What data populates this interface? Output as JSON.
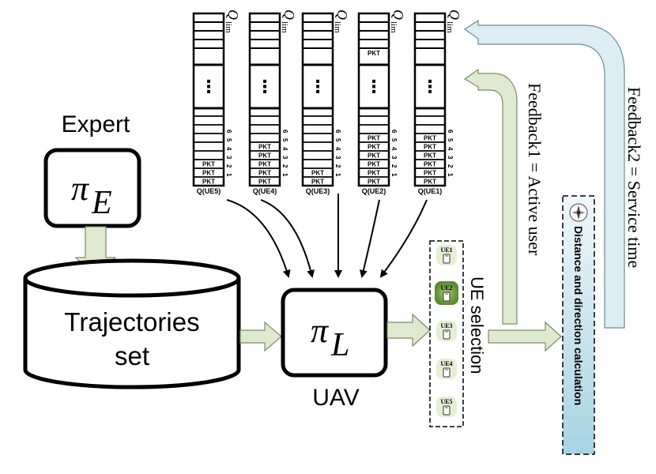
{
  "expert": {
    "label": "Expert",
    "policy_symbol": "π",
    "policy_subscript": "E"
  },
  "trajectories": {
    "line1": "Trajectories",
    "line2": "set"
  },
  "uav": {
    "label": "UAV",
    "policy_symbol": "π",
    "policy_subscript": "L"
  },
  "queue_top_label": {
    "symbol": "Q",
    "subscript": "lim"
  },
  "queues": [
    {
      "name": "Q(UE5)",
      "packets": 3
    },
    {
      "name": "Q(UE4)",
      "packets": 5
    },
    {
      "name": "Q(UE3)",
      "packets": 2
    },
    {
      "name": "Q(UE2)",
      "packets": 6,
      "extra_top_packet": true
    },
    {
      "name": "Q(UE1)",
      "packets": 6
    }
  ],
  "packet_label": "PKT",
  "slot_numbers": [
    "6",
    "5",
    "4",
    "3",
    "2",
    "1"
  ],
  "ellipsis": "⋮",
  "ue_list": {
    "items": [
      {
        "label": "UE1",
        "active": false
      },
      {
        "label": "UE2",
        "active": true
      },
      {
        "label": "UE3",
        "active": false
      },
      {
        "label": "UE4",
        "active": false
      },
      {
        "label": "UE5",
        "active": false
      }
    ],
    "caption": "UE selection"
  },
  "distance_box": {
    "label": "Distance and direction calculation",
    "icon": "compass-icon"
  },
  "feedback1": "Feedback1 = Active user",
  "feedback2": "Feedback2 = Service time",
  "colors": {
    "green_arrow": "#dfe9cf",
    "green_stroke": "#7a8c62",
    "blue_arrow": "#dcedf3",
    "blue_stroke": "#6b8c98",
    "ue_active": "#5a8a2e",
    "distance_fill": "#bcdde9"
  }
}
